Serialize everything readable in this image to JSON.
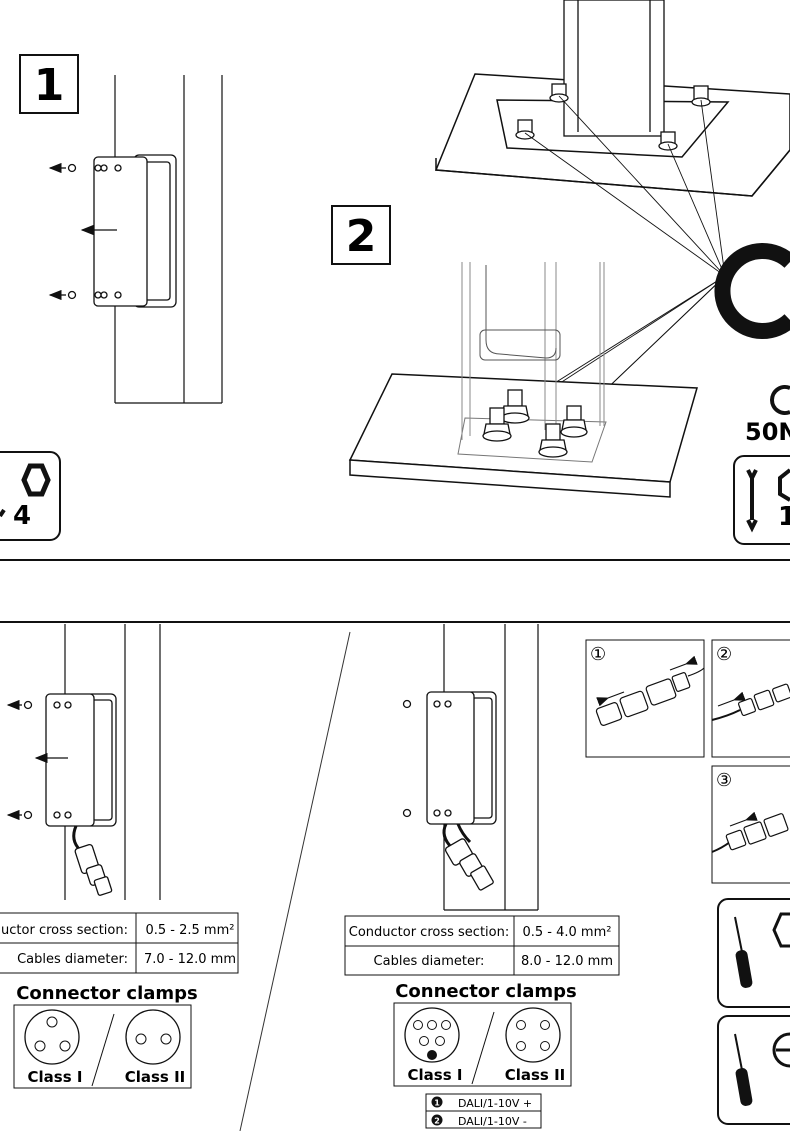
{
  "steps": {
    "one": "1",
    "two": "2"
  },
  "tool_badges": {
    "hex_size_left": "4",
    "wrench_size_right": "1"
  },
  "torque": {
    "label": "50N"
  },
  "left_table": {
    "rows": [
      {
        "label": "ductor cross section:",
        "value": "0.5 - 2.5 mm²"
      },
      {
        "label": "Cables diameter:",
        "value": "7.0 - 12.0 mm"
      }
    ]
  },
  "right_table": {
    "rows": [
      {
        "label": "Conductor cross section:",
        "value": "0.5 - 4.0 mm²"
      },
      {
        "label": "Cables diameter:",
        "value": "8.0 - 12.0 mm"
      }
    ]
  },
  "connector_clamps": {
    "title": "Connector clamps",
    "class_one": "Class I",
    "class_two": "Class II"
  },
  "dali_legend": [
    {
      "num": "1",
      "label": "DALI/1-10V +"
    },
    {
      "num": "2",
      "label": "DALI/1-10V -"
    }
  ],
  "sub_steps": {
    "one": "①",
    "two": "②",
    "three": "③"
  },
  "colors": {
    "ink": "#111111",
    "paper": "#ffffff",
    "grey": "#888888"
  }
}
